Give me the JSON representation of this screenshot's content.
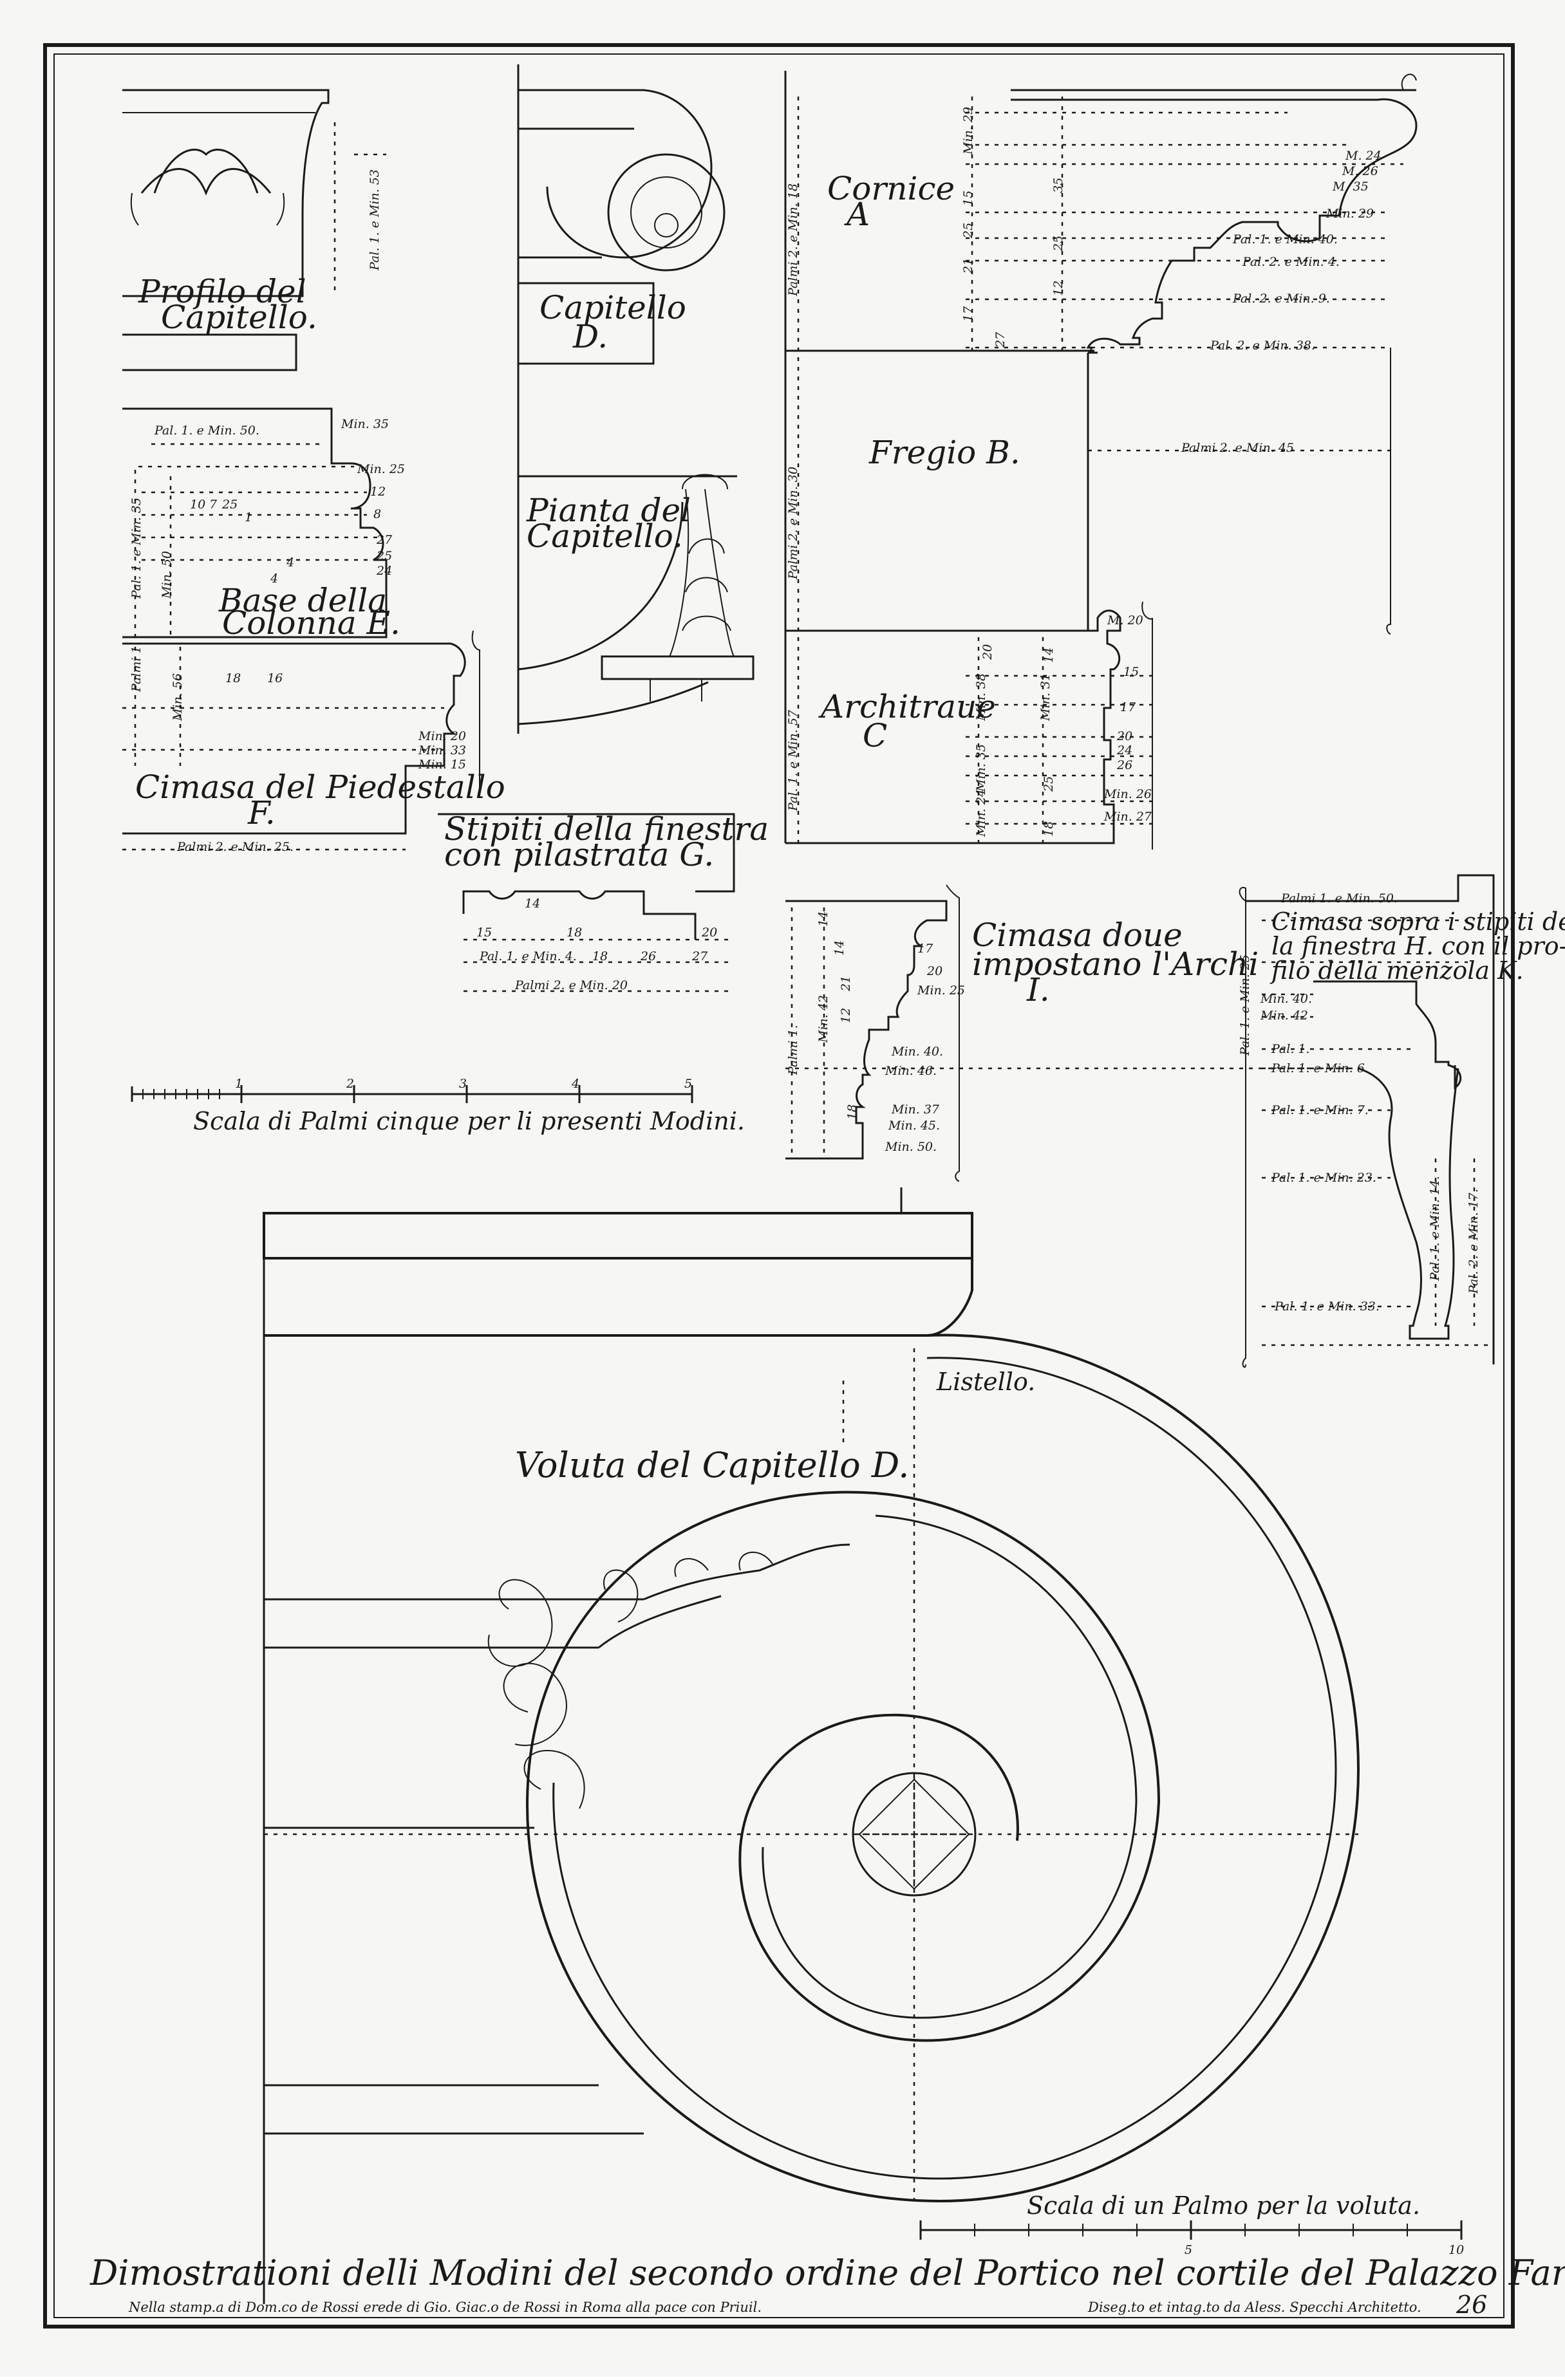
{
  "labels": {
    "profilo": [
      "Profilo del",
      "Capitello."
    ],
    "capitello_d": [
      "Capitello",
      "D."
    ],
    "pianta": [
      "Pianta del",
      "Capitello."
    ],
    "base": [
      "Base della",
      "Colonna E."
    ],
    "cimasa_piedestallo": [
      "Cimasa del Piedestallo",
      "F."
    ],
    "stipiti": [
      "Stipiti della finestra",
      "con pilastrata G."
    ],
    "cornice": [
      "Cornice",
      "A"
    ],
    "fregio": "Fregio B.",
    "architraue": [
      "Architraue",
      "C"
    ],
    "cimasa_archi": [
      "Cimasa doue",
      "impostano l'Archi",
      "I."
    ],
    "cimasa_sopra": [
      "Cimasa sopra i stipiti del-",
      "la finestra H. con il pro-",
      "filo della menzola K."
    ],
    "voluta": "Voluta del Capitello D.",
    "listello": "Listello."
  },
  "scales": {
    "palmi_cinque": {
      "caption": "Scala di Palmi cinque per li presenti Modini.",
      "ticks": [
        "1",
        "2",
        "3",
        "4",
        "5"
      ]
    },
    "palmo_voluta": {
      "caption": "Scala di un Palmo per la voluta.",
      "ticks": [
        "5",
        "10"
      ]
    }
  },
  "dimensions": {
    "profilo": [
      "Pal. 1. e Min. 53"
    ],
    "base": [
      "Pal. 1. e Min. 50.",
      "Min. 35",
      "Min. 25",
      "Pal. 1. e Min. 35",
      "Min. 50",
      "10",
      "7",
      "25",
      "12",
      "8",
      "1",
      "4",
      "27",
      "25",
      "24",
      "4"
    ],
    "cimasa_piedestallo": [
      "Palmi 1.",
      "Min. 56",
      "18",
      "16",
      "Min. 20",
      "Min. 33",
      "Min. 15",
      "Palmi 2. e Min. 25."
    ],
    "stipiti": [
      "15",
      "14",
      "18",
      "Pal. 1. e Min. 4.",
      "18",
      "26",
      "27",
      "20",
      "Palmi 2. e Min. 20"
    ],
    "cornice": [
      "Palmi 2. e Min. 18",
      "Min. 29",
      "15",
      "25",
      "21",
      "17",
      "35",
      "25",
      "12",
      "27",
      "M. 24",
      "M. 26",
      "M. 35",
      "Min. 29",
      "Pal. 1. e Min. 40.",
      "Pal. 2. e Min. 4.",
      "Pal. 2. e Min. 9.",
      "Pal. 2. e Min. 38."
    ],
    "fregio": [
      "Palmi 2. e Min. 30",
      "Palmi 2. e Min. 45"
    ],
    "architraue": [
      "Pal. 1. e Min. 57",
      "Min. 38",
      "Min. 31",
      "20",
      "14",
      "Min. 35",
      "Min. 24",
      "18",
      "25",
      "M. 20",
      "15",
      "17",
      "20",
      "24",
      "26",
      "Min. 26",
      "Min. 27"
    ],
    "cimasa_archi": [
      "Palmi 1.",
      "Min. 42",
      "14",
      "14",
      "21",
      "12",
      "18",
      "17",
      "20",
      "Min. 25",
      "Min. 40.",
      "Min. 46.",
      "Min. 37",
      "Min. 45.",
      "Min. 50."
    ],
    "cimasa_sopra": [
      "Palmi 1. e Min. 50.",
      "Pal. 1. e Min. 25",
      "Min. 40.",
      "Min. 42",
      "Pal. 1.",
      "Pal. 1. e Min. 6.",
      "Pal. 1. e Min. 7.",
      "Pal. 1. e Min. 23.",
      "Pal. 1. e Min. 14.",
      "Pal. 2. e Min. 17.",
      "Pal. 1. e Min. 33."
    ]
  },
  "title": "Dimostrationi delli Modini del secondo ordine del Portico nel cortile del Palazzo Farnese.",
  "imprint": "Nella stamp.a di Dom.co de Rossi erede di Gio. Giac.o de Rossi in Roma alla pace con Priuil.",
  "credit": "Diseg.to et intag.to da Aless. Specchi Architetto.",
  "plate_number": "26"
}
